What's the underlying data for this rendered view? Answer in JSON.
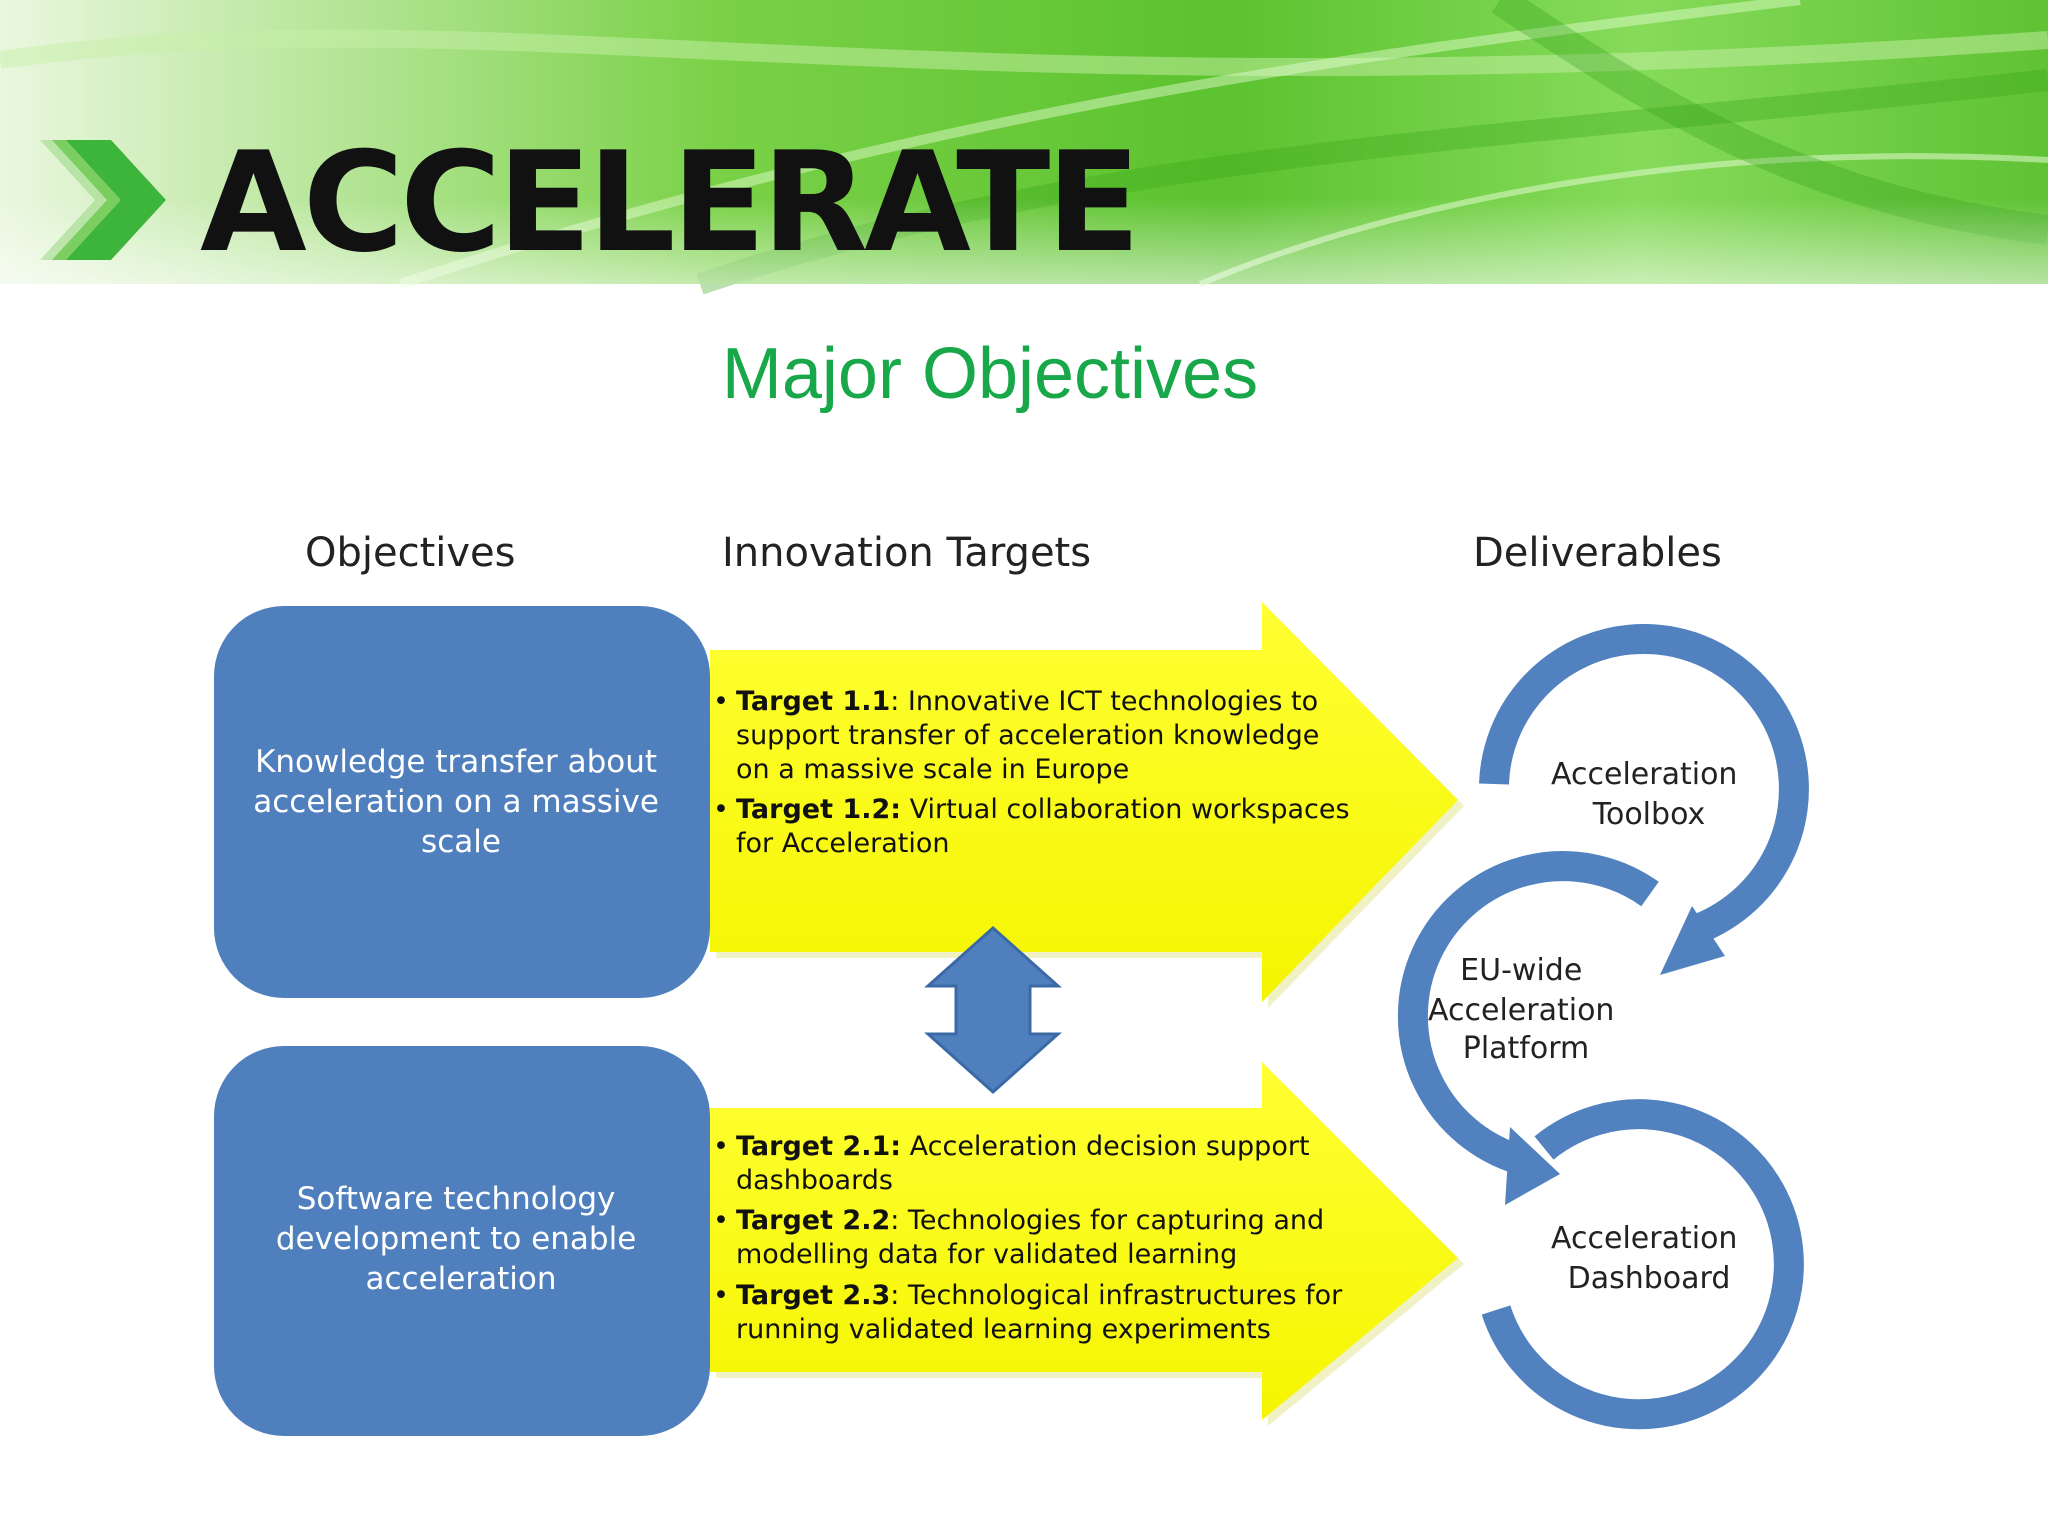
{
  "brand": {
    "name": "ACCELERATE"
  },
  "slide": {
    "title": "Major Objectives"
  },
  "columns": {
    "objectives": "Objectives",
    "targets": "Innovation Targets",
    "deliverables": "Deliverables"
  },
  "objectives": [
    {
      "lines": [
        "Knowledge transfer about",
        "acceleration on a massive",
        "scale"
      ]
    },
    {
      "lines": [
        "Software technology",
        "development to enable",
        "acceleration"
      ]
    }
  ],
  "target_groups": [
    {
      "items": [
        {
          "label": "Target 1.1",
          "lines": [
            ": Innovative ICT technologies to",
            "support transfer of acceleration knowledge",
            "on a massive scale in Europe"
          ]
        },
        {
          "label": "Target 1.2:",
          "lines": [
            " Virtual collaboration workspaces",
            "for Acceleration"
          ]
        }
      ]
    },
    {
      "items": [
        {
          "label": "Target 2.1:",
          "lines": [
            " Acceleration decision support",
            "dashboards"
          ]
        },
        {
          "label": "Target 2.2",
          "lines": [
            ": Technologies for capturing and",
            "modelling data for validated learning"
          ]
        },
        {
          "label": "Target 2.3",
          "lines": [
            ": Technological infrastructures for",
            "running validated learning experiments"
          ]
        }
      ]
    }
  ],
  "deliverables": [
    {
      "lines": [
        "Acceleration",
        "Toolbox"
      ]
    },
    {
      "lines": [
        "EU-wide",
        "Acceleration",
        "Platform"
      ]
    },
    {
      "lines": [
        "Acceleration",
        "Dashboard"
      ]
    }
  ],
  "colors": {
    "brand_green": "#3db43a",
    "title_green": "#18a84a",
    "objective_blue": "#4f7fbd",
    "target_yellow": "#ffff1a",
    "ring_blue": "#5181bf"
  },
  "icons": {
    "logo": "chevron-right-icon",
    "connector": "double-arrow-vertical-icon"
  }
}
